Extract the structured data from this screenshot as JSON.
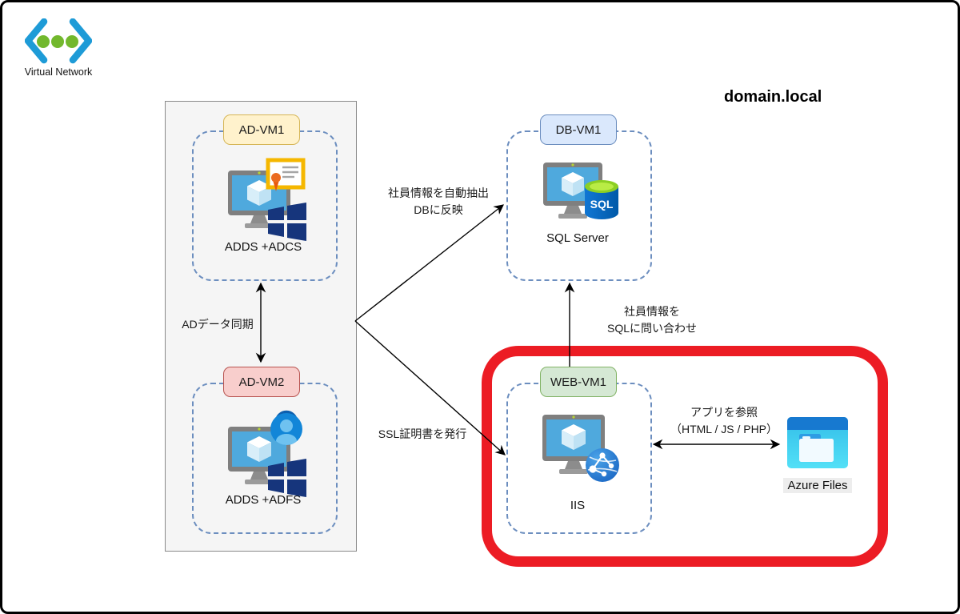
{
  "virtual_network": {
    "label": "Virtual Network"
  },
  "domain": {
    "label": "domain.local"
  },
  "nodes": {
    "ad_vm1": {
      "title": "AD-VM1",
      "caption": "ADDS +ADCS"
    },
    "ad_vm2": {
      "title": "AD-VM2",
      "caption": "ADDS +ADFS"
    },
    "db_vm1": {
      "title": "DB-VM1",
      "caption": "SQL Server"
    },
    "web_vm1": {
      "title": "WEB-VM1",
      "caption": "IIS"
    }
  },
  "icons": {
    "sql_badge_text": "SQL"
  },
  "storage": {
    "label": "Azure Files"
  },
  "edges": {
    "ad_sync": {
      "label": "ADデータ同期"
    },
    "extract_to_db": {
      "line1": "社員情報を自動抽出",
      "line2": "DBに反映"
    },
    "query_sql": {
      "line1": "社員情報を",
      "line2": "SQLに問い合わせ"
    },
    "issue_ssl": {
      "label": "SSL証明書を発行"
    },
    "app_reference": {
      "line1": "アプリを参照",
      "line2": "（HTML / JS / PHP）"
    }
  },
  "colors": {
    "highlight_red": "#ec1c24",
    "dashed_border_blue": "#6c8ebf",
    "ad_vm1_pill_bg": "#fff2cc",
    "ad_vm2_pill_bg": "#f8cecc",
    "db_vm1_pill_bg": "#dae8fc",
    "web_vm1_pill_bg": "#d5e8d4",
    "container_gray_bg": "#f5f5f5"
  }
}
